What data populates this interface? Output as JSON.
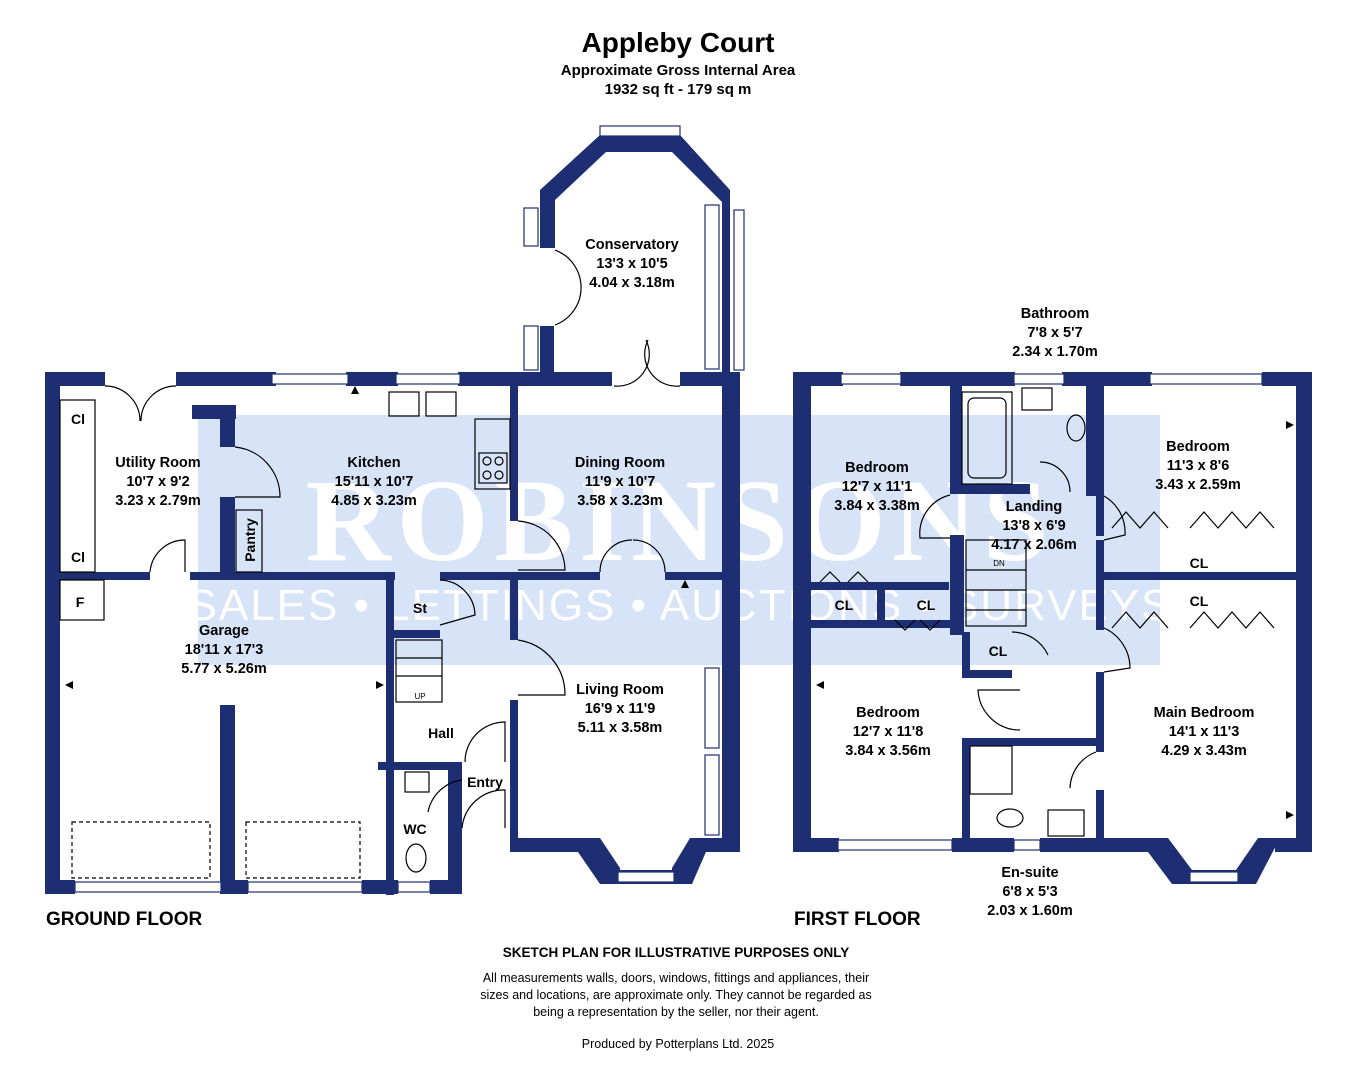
{
  "header": {
    "title": "Appleby Court",
    "subtitle": "Approximate Gross Internal Area",
    "area": "1932 sq ft - 179 sq m"
  },
  "watermark": {
    "brand": "ROBINSONS",
    "tagline": "SALES • LETTINGS • AUCTIONS • SURVEYS"
  },
  "colors": {
    "wall": "#1e2e72",
    "watermark": "#c9d9f3"
  },
  "ground_floor": {
    "label": "GROUND FLOOR",
    "rooms": {
      "conservatory": {
        "name": "Conservatory",
        "imperial": "13'3 x 10'5",
        "metric": "4.04 x 3.18m"
      },
      "utility": {
        "name": "Utility Room",
        "imperial": "10'7 x 9'2",
        "metric": "3.23 x 2.79m"
      },
      "kitchen": {
        "name": "Kitchen",
        "imperial": "15'11 x 10'7",
        "metric": "4.85 x 3.23m"
      },
      "dining": {
        "name": "Dining Room",
        "imperial": "11'9 x 10'7",
        "metric": "3.58 x 3.23m"
      },
      "garage": {
        "name": "Garage",
        "imperial": "18'11 x 17'3",
        "metric": "5.77 x 5.26m"
      },
      "living": {
        "name": "Living Room",
        "imperial": "16'9 x 11'9",
        "metric": "5.11 x 3.58m"
      }
    },
    "labels": {
      "cl_top": "Cl",
      "cl_bottom": "Cl",
      "freezer": "F",
      "pantry": "Pantry",
      "store": "St",
      "hall": "Hall",
      "entry": "Entry",
      "wc": "WC",
      "stairs_up": "UP"
    }
  },
  "first_floor": {
    "label": "FIRST FLOOR",
    "rooms": {
      "bathroom": {
        "name": "Bathroom",
        "imperial": "7'8 x 5'7",
        "metric": "2.34 x 1.70m"
      },
      "bedroom_nw": {
        "name": "Bedroom",
        "imperial": "12'7 x 11'1",
        "metric": "3.84 x 3.38m"
      },
      "bedroom_ne": {
        "name": "Bedroom",
        "imperial": "11'3 x 8'6",
        "metric": "3.43 x 2.59m"
      },
      "landing": {
        "name": "Landing",
        "imperial": "13'8 x 6'9",
        "metric": "4.17 x 2.06m"
      },
      "bedroom_sw": {
        "name": "Bedroom",
        "imperial": "12'7 x 11'8",
        "metric": "3.84 x 3.56m"
      },
      "main_bedroom": {
        "name": "Main Bedroom",
        "imperial": "14'1 x 11'3",
        "metric": "4.29 x 3.43m"
      },
      "ensuite": {
        "name": "En-suite",
        "imperial": "6'8 x 5'3",
        "metric": "2.03 x 1.60m"
      }
    },
    "labels": {
      "cl_1": "CL",
      "cl_2": "CL",
      "cl_3": "CL",
      "cl_4": "CL",
      "cl_5": "CL",
      "stairs_down": "DN"
    }
  },
  "footer": {
    "heading": "SKETCH PLAN FOR ILLUSTRATIVE PURPOSES ONLY",
    "line1": "All measurements walls, doors, windows, fittings and appliances, their",
    "line2": "sizes and locations, are approximate only. They cannot be regarded as",
    "line3": "being a representation by the seller, nor their agent.",
    "credit": "Produced by Potterplans Ltd. 2025"
  }
}
